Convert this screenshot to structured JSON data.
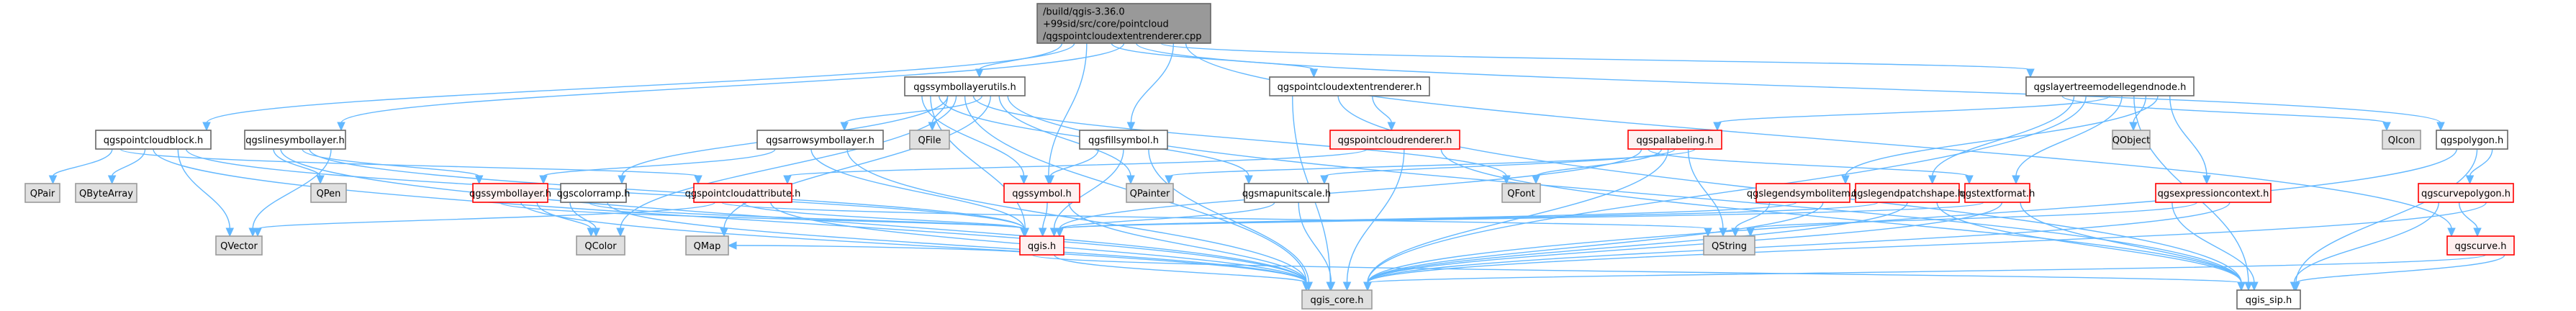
{
  "graph": {
    "type": "include-dependency-graph",
    "colors": {
      "edge": "#63b8ff",
      "root_fill": "#999999",
      "normal_fill": "#ffffff",
      "external_fill": "#e0e0e0",
      "truncated_fill": "#fff0f0",
      "truncated_border": "#ff0000"
    },
    "nodes": [
      {
        "id": "root",
        "lines": [
          "/build/qgis-3.36.0",
          "+99sid/src/core/pointcloud",
          "/qgspointcloudextentrenderer.cpp"
        ],
        "kind": "root"
      },
      {
        "id": "qgssymbollayerutils",
        "lines": [
          "qgssymbollayerutils.h"
        ],
        "kind": "normal"
      },
      {
        "id": "qgspointcloudextentrenderer",
        "lines": [
          "qgspointcloudextentrenderer.h"
        ],
        "kind": "normal"
      },
      {
        "id": "qgslayertreemodellegendnode",
        "lines": [
          "qgslayertreemodellegendnode.h"
        ],
        "kind": "normal"
      },
      {
        "id": "qgspointcloudblock",
        "lines": [
          "qgspointcloudblock.h"
        ],
        "kind": "normal"
      },
      {
        "id": "qgslinesymbollayer",
        "lines": [
          "qgslinesymbollayer.h"
        ],
        "kind": "normal"
      },
      {
        "id": "qgsarrowsymbollayer",
        "lines": [
          "qgsarrowsymbollayer.h"
        ],
        "kind": "normal"
      },
      {
        "id": "QFile",
        "lines": [
          "QFile"
        ],
        "kind": "ext"
      },
      {
        "id": "qgsfillsymbol",
        "lines": [
          "qgsfillsymbol.h"
        ],
        "kind": "normal"
      },
      {
        "id": "qgspointcloudrenderer",
        "lines": [
          "qgspointcloudrenderer.h"
        ],
        "kind": "red"
      },
      {
        "id": "qgspallabeling",
        "lines": [
          "qgspallabeling.h"
        ],
        "kind": "red"
      },
      {
        "id": "QObject",
        "lines": [
          "QObject"
        ],
        "kind": "ext"
      },
      {
        "id": "QIcon",
        "lines": [
          "QIcon"
        ],
        "kind": "ext"
      },
      {
        "id": "qgspolygon",
        "lines": [
          "qgspolygon.h"
        ],
        "kind": "normal"
      },
      {
        "id": "QPair",
        "lines": [
          "QPair"
        ],
        "kind": "ext"
      },
      {
        "id": "QByteArray",
        "lines": [
          "QByteArray"
        ],
        "kind": "ext"
      },
      {
        "id": "QPen",
        "lines": [
          "QPen"
        ],
        "kind": "ext"
      },
      {
        "id": "qgssymbollayer",
        "lines": [
          "qgssymbollayer.h"
        ],
        "kind": "red"
      },
      {
        "id": "qgscolorramp",
        "lines": [
          "qgscolorramp.h"
        ],
        "kind": "normal"
      },
      {
        "id": "qgspointcloudattribute",
        "lines": [
          "qgspointcloudattribute.h"
        ],
        "kind": "red"
      },
      {
        "id": "qgssymbol",
        "lines": [
          "qgssymbol.h"
        ],
        "kind": "red"
      },
      {
        "id": "QPainter",
        "lines": [
          "QPainter"
        ],
        "kind": "ext"
      },
      {
        "id": "qgsmapunitscale",
        "lines": [
          "qgsmapunitscale.h"
        ],
        "kind": "normal"
      },
      {
        "id": "QFont",
        "lines": [
          "QFont"
        ],
        "kind": "ext"
      },
      {
        "id": "qgslegendsymbolitem",
        "lines": [
          "qgslegendsymbolitem.h"
        ],
        "kind": "red"
      },
      {
        "id": "qgslegendpatchshape",
        "lines": [
          "qgslegendpatchshape.h"
        ],
        "kind": "red"
      },
      {
        "id": "qgstextformat",
        "lines": [
          "qgstextformat.h"
        ],
        "kind": "red"
      },
      {
        "id": "qgsexpressioncontext",
        "lines": [
          "qgsexpressioncontext.h"
        ],
        "kind": "red"
      },
      {
        "id": "qgscurvepolygon",
        "lines": [
          "qgscurvepolygon.h"
        ],
        "kind": "red"
      },
      {
        "id": "QVector",
        "lines": [
          "QVector"
        ],
        "kind": "ext"
      },
      {
        "id": "QColor",
        "lines": [
          "QColor"
        ],
        "kind": "ext"
      },
      {
        "id": "QMap",
        "lines": [
          "QMap"
        ],
        "kind": "ext"
      },
      {
        "id": "qgis",
        "lines": [
          "qgis.h"
        ],
        "kind": "red"
      },
      {
        "id": "QString",
        "lines": [
          "QString"
        ],
        "kind": "ext"
      },
      {
        "id": "qgscurve",
        "lines": [
          "qgscurve.h"
        ],
        "kind": "red"
      },
      {
        "id": "qgis_core",
        "lines": [
          "qgis_core.h"
        ],
        "kind": "ext"
      },
      {
        "id": "qgis_sip",
        "lines": [
          "qgis_sip.h"
        ],
        "kind": "normal"
      }
    ],
    "edges": [
      [
        "root",
        "qgssymbollayerutils"
      ],
      [
        "root",
        "qgspointcloudextentrenderer"
      ],
      [
        "root",
        "qgslayertreemodellegendnode"
      ],
      [
        "root",
        "qgspointcloudblock"
      ],
      [
        "root",
        "qgslinesymbollayer"
      ],
      [
        "root",
        "qgsfillsymbol"
      ],
      [
        "root",
        "qgssymbol"
      ],
      [
        "root",
        "qgspolygon"
      ],
      [
        "root",
        "qgscurve"
      ],
      [
        "qgssymbollayerutils",
        "QFile"
      ],
      [
        "qgssymbollayerutils",
        "qgsarrowsymbollayer"
      ],
      [
        "qgssymbollayerutils",
        "qgssymbol"
      ],
      [
        "qgssymbollayerutils",
        "QColor"
      ],
      [
        "qgssymbollayerutils",
        "QMap"
      ],
      [
        "qgssymbollayerutils",
        "qgis"
      ],
      [
        "qgssymbollayerutils",
        "qgis_core"
      ],
      [
        "qgssymbollayerutils",
        "QPainter"
      ],
      [
        "qgssymbollayerutils",
        "qgsmapunitscale"
      ],
      [
        "qgssymbollayerutils",
        "QFont"
      ],
      [
        "qgssymbollayerutils",
        "qgis_sip"
      ],
      [
        "qgssymbollayerutils",
        "qgscolorramp"
      ],
      [
        "qgspointcloudextentrenderer",
        "qgspointcloudrenderer"
      ],
      [
        "qgspointcloudextentrenderer",
        "qgis_core"
      ],
      [
        "qgspointcloudextentrenderer",
        "qgis_sip"
      ],
      [
        "qgslayertreemodellegendnode",
        "QObject"
      ],
      [
        "qgslayertreemodellegendnode",
        "QIcon"
      ],
      [
        "qgslayertreemodellegendnode",
        "qgspallabeling"
      ],
      [
        "qgslayertreemodellegendnode",
        "qgslegendsymbolitem"
      ],
      [
        "qgslayertreemodellegendnode",
        "qgslegendpatchshape"
      ],
      [
        "qgslayertreemodellegendnode",
        "qgstextformat"
      ],
      [
        "qgslayertreemodellegendnode",
        "qgsexpressioncontext"
      ],
      [
        "qgslayertreemodellegendnode",
        "qgis_core"
      ],
      [
        "qgslayertreemodellegendnode",
        "qgis_sip"
      ],
      [
        "qgspointcloudblock",
        "QPair"
      ],
      [
        "qgspointcloudblock",
        "QByteArray"
      ],
      [
        "qgspointcloudblock",
        "QVector"
      ],
      [
        "qgspointcloudblock",
        "qgspointcloudattribute"
      ],
      [
        "qgspointcloudblock",
        "qgis_core"
      ],
      [
        "qgspointcloudblock",
        "qgis"
      ],
      [
        "qgslinesymbollayer",
        "QPen"
      ],
      [
        "qgslinesymbollayer",
        "qgssymbollayer"
      ],
      [
        "qgslinesymbollayer",
        "QVector"
      ],
      [
        "qgslinesymbollayer",
        "qgis_core"
      ],
      [
        "qgslinesymbollayer",
        "qgis"
      ],
      [
        "qgsarrowsymbollayer",
        "qgssymbollayer"
      ],
      [
        "qgsarrowsymbollayer",
        "qgis"
      ],
      [
        "qgsarrowsymbollayer",
        "qgis_core"
      ],
      [
        "qgsfillsymbol",
        "qgssymbol"
      ],
      [
        "qgsfillsymbol",
        "qgis"
      ],
      [
        "qgsfillsymbol",
        "qgis_core"
      ],
      [
        "qgspointcloudrenderer",
        "qgspointcloudattribute"
      ],
      [
        "qgspointcloudrenderer",
        "qgis_core"
      ],
      [
        "qgspointcloudrenderer",
        "qgis_sip"
      ],
      [
        "qgspallabeling",
        "QFont"
      ],
      [
        "qgspallabeling",
        "QString"
      ],
      [
        "qgspallabeling",
        "qgis"
      ],
      [
        "qgspallabeling",
        "qgis_core"
      ],
      [
        "qgspallabeling",
        "QPainter"
      ],
      [
        "qgspallabeling",
        "qgstextformat"
      ],
      [
        "qgspallabeling",
        "qgsmapunitscale"
      ],
      [
        "qgspolygon",
        "qgscurvepolygon"
      ],
      [
        "qgspolygon",
        "qgis_core"
      ],
      [
        "qgspolygon",
        "qgis_sip"
      ],
      [
        "qgssymbollayer",
        "QColor"
      ],
      [
        "qgssymbollayer",
        "qgis"
      ],
      [
        "qgssymbollayer",
        "qgis_core"
      ],
      [
        "qgscolorramp",
        "QColor"
      ],
      [
        "qgscolorramp",
        "qgis"
      ],
      [
        "qgscolorramp",
        "qgis_core"
      ],
      [
        "qgspointcloudattribute",
        "QVector"
      ],
      [
        "qgspointcloudattribute",
        "qgis"
      ],
      [
        "qgspointcloudattribute",
        "qgis_core"
      ],
      [
        "qgspointcloudattribute",
        "QString"
      ],
      [
        "qgssymbol",
        "qgis"
      ],
      [
        "qgssymbol",
        "qgis_core"
      ],
      [
        "qgsmapunitscale",
        "qgis"
      ],
      [
        "qgsmapunitscale",
        "qgis_core"
      ],
      [
        "qgslegendsymbolitem",
        "QString"
      ],
      [
        "qgslegendsymbolitem",
        "qgis"
      ],
      [
        "qgslegendsymbolitem",
        "qgis_core"
      ],
      [
        "qgslegendpatchshape",
        "qgis"
      ],
      [
        "qgslegendpatchshape",
        "qgis_core"
      ],
      [
        "qgslegendpatchshape",
        "qgis_sip"
      ],
      [
        "qgstextformat",
        "qgis"
      ],
      [
        "qgstextformat",
        "qgis_core"
      ],
      [
        "qgstextformat",
        "qgis_sip"
      ],
      [
        "qgsexpressioncontext",
        "QString"
      ],
      [
        "qgsexpressioncontext",
        "qgis_core"
      ],
      [
        "qgsexpressioncontext",
        "qgis_sip"
      ],
      [
        "qgscurvepolygon",
        "qgscurve"
      ],
      [
        "qgscurvepolygon",
        "qgis_core"
      ],
      [
        "qgscurvepolygon",
        "qgis_sip"
      ],
      [
        "qgis",
        "QMap"
      ],
      [
        "qgis",
        "qgis_core"
      ],
      [
        "qgis",
        "qgis_sip"
      ],
      [
        "qgscurve",
        "qgis_core"
      ],
      [
        "qgscurve",
        "qgis_sip"
      ]
    ]
  }
}
